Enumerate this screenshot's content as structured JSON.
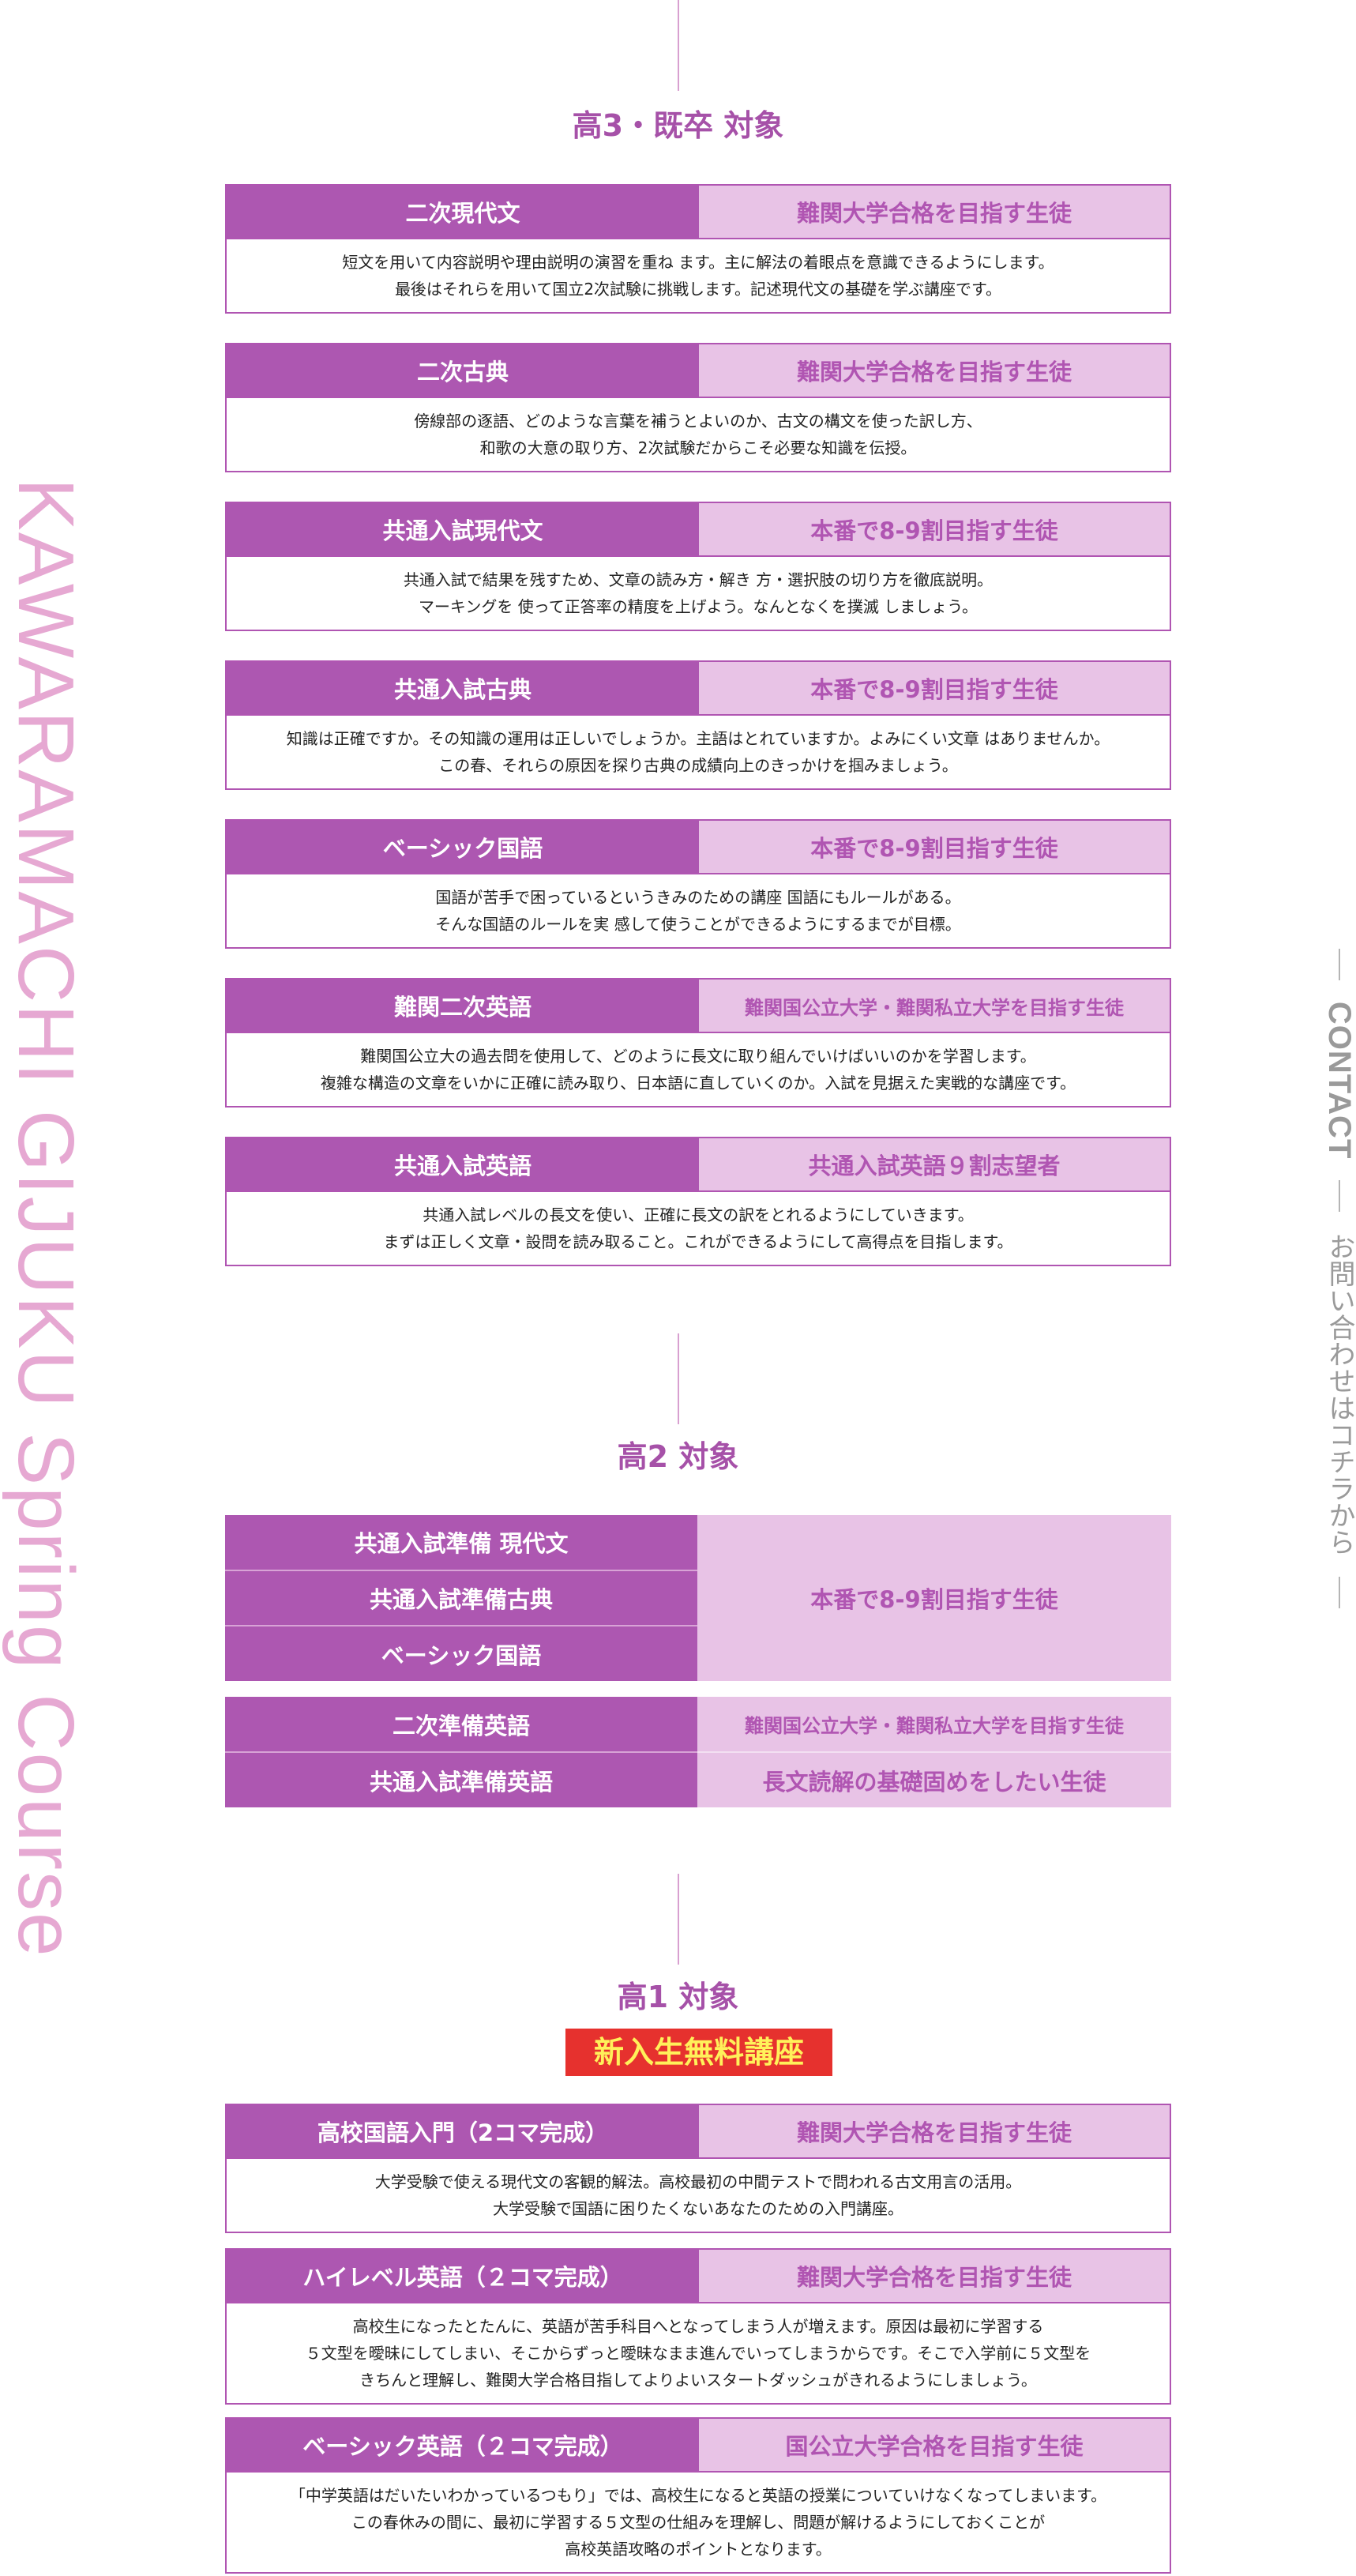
{
  "side_title": "KAWARAMACHI GIJUKU Spring Course",
  "contact": {
    "label": "CONTACT",
    "text": "お問い合わせはコチラから"
  },
  "section3": {
    "heading": "高3・既卒 対象",
    "courses": [
      {
        "name": "二次現代文",
        "target": "難関大学合格を目指す生徒",
        "desc": "短文を用いて内容説明や理由説明の演習を重ね ます。主に解法の着眼点を意識できるようにします。\n最後はそれらを用いて国立2次試験に挑戦します。記述現代文の基礎を学ぶ講座です。"
      },
      {
        "name": "二次古典",
        "target": "難関大学合格を目指す生徒",
        "desc": "傍線部の逐語、どのような言葉を補うとよいのか、古文の構文を使った訳し方、\n和歌の大意の取り方、2次試験だからこそ必要な知識を伝授。"
      },
      {
        "name": "共通入試現代文",
        "target": "本番で8-9割目指す生徒",
        "desc": "共通入試で結果を残すため、文章の読み方・解き 方・選択肢の切り方を徹底説明。\nマーキングを 使って正答率の精度を上げよう。なんとなくを撲滅 しましょう。"
      },
      {
        "name": "共通入試古典",
        "target": "本番で8-9割目指す生徒",
        "desc": "知識は正確ですか。その知識の運用は正しいでしょうか。主語はとれていますか。よみにくい文章 はありませんか。\nこの春、それらの原因を探り古典の成績向上のきっかけを掴みましょう。"
      },
      {
        "name": "ベーシック国語",
        "target": "本番で8-9割目指す生徒",
        "desc": "国語が苦手で困っているというきみのための講座 国語にもルールがある。\nそんな国語のルールを実 感して使うことができるようにするまでが目標。"
      },
      {
        "name": "難関二次英語",
        "target": "難関国公立大学・難関私立大学を目指す生徒",
        "desc": "難関国公立大の過去問を使用して、どのように長文に取り組んでいけばいいのかを学習します。\n複雑な構造の文章をいかに正確に読み取り、日本語に直していくのか。入試を見据えた実戦的な講座です。"
      },
      {
        "name": "共通入試英語",
        "target": "共通入試英語９割志望者",
        "desc": "共通入試レベルの長文を使い、正確に長文の訳をとれるようにしていきます。\nまずは正しく文章・設問を読み取ること。これができるようにして高得点を目指します。"
      }
    ]
  },
  "section2": {
    "heading": "高2 対象",
    "group1": {
      "names": [
        "共通入試準備 現代文",
        "共通入試準備古典",
        "ベーシック国語"
      ],
      "target": "本番で8-9割目指す生徒"
    },
    "group2": [
      {
        "name": "二次準備英語",
        "target": "難関国公立大学・難関私立大学を目指す生徒"
      },
      {
        "name": "共通入試準備英語",
        "target": "長文読解の基礎固めをしたい生徒"
      }
    ]
  },
  "section1": {
    "heading": "高1 対象",
    "badge": "新入生無料講座",
    "courses": [
      {
        "name": "高校国語入門（2コマ完成）",
        "target": "難関大学合格を目指す生徒",
        "desc": "大学受験で使える現代文の客観的解法。高校最初の中間テストで問われる古文用言の活用。\n大学受験で国語に困りたくないあなたのための入門講座。"
      },
      {
        "name": "ハイレベル英語（２コマ完成）",
        "target": "難関大学合格を目指す生徒",
        "desc": "高校生になったとたんに、英語が苦手科目へとなってしまう人が増えます。原因は最初に学習する\n５文型を曖昧にしてしまい、そこからずっと曖昧なまま進んでいってしまうからです。そこで入学前に５文型を\nきちんと理解し、難関大学合格目指してよりよいスタートダッシュがきれるようにしましょう。"
      },
      {
        "name": "ベーシック英語（２コマ完成）",
        "target": "国公立大学合格を目指す生徒",
        "desc": "「中学英語はだいたいわかっているつもり」では、高校生になると英語の授業についていけなくなってしまいます。\nこの春休みの間に、最初に学習する５文型の仕組みを理解し、問題が解けるようにしておくことが\n高校英語攻略のポイントとなります。"
      }
    ]
  }
}
